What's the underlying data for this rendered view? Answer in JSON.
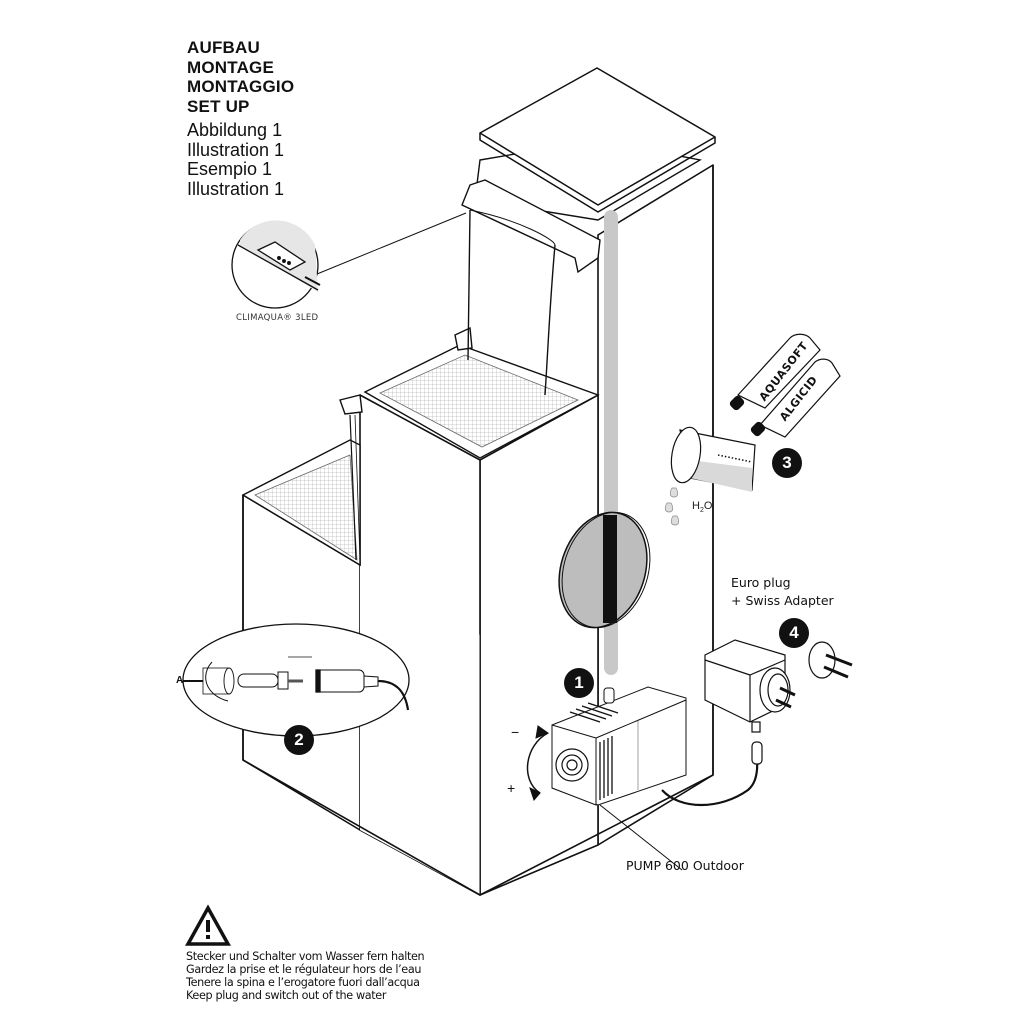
{
  "title": {
    "lines": [
      "AUFBAU",
      "MONTAGE",
      "MONTAGGIO",
      "SET UP"
    ],
    "subtitles": [
      "Abbildung 1",
      "Illustration 1",
      "Esempio 1",
      "Illustration 1"
    ]
  },
  "callouts": {
    "led_detail_label": "CLIMAQUA® 3LED",
    "connector_side_label": "A",
    "euro_plug_line1": "Euro plug",
    "euro_plug_line2": "+ Swiss Adapter",
    "pump_label": "PUMP 600 Outdoor",
    "water_label_main": "H",
    "water_label_sub": "2",
    "water_label_end": "O",
    "bottle_1": "AQUASOFT",
    "bottle_2": "ALGICID",
    "flow_minus": "−",
    "flow_plus": "+"
  },
  "steps": [
    {
      "number": "1",
      "meaning": "pump"
    },
    {
      "number": "2",
      "meaning": "cable connector"
    },
    {
      "number": "3",
      "meaning": "water treatment"
    },
    {
      "number": "4",
      "meaning": "power adapter"
    }
  ],
  "warning": {
    "icon": "warning-triangle-icon",
    "lines": [
      "Stecker und Schalter vom Wasser fern halten",
      "Gardez la prise et le régulateur hors de l’eau",
      "Tenere la spina e l’erogatore fuori dall’acqua",
      "Keep plug and switch out of the water"
    ]
  },
  "colors": {
    "line": "#111111",
    "tube": "#c8c8c8",
    "glass": "#bdbdbd",
    "background": "#ffffff"
  }
}
